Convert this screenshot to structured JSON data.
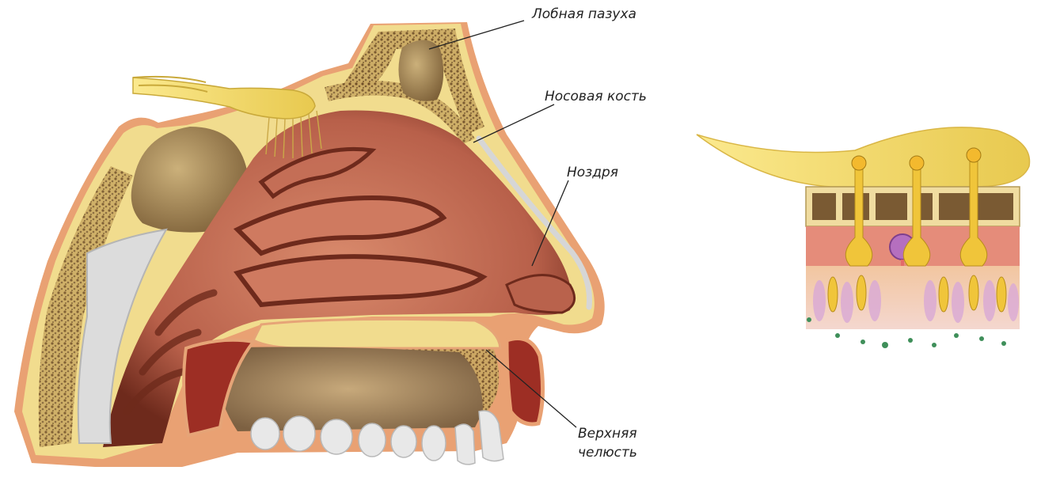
{
  "labels": {
    "frontal_sinus": "Лобная пазуха",
    "nasal_bone": "Носовая кость",
    "nostril": "Ноздря",
    "maxilla_line1": "Верхняя",
    "maxilla_line2": "челюсть"
  },
  "colors": {
    "bone": "#f1dc8e",
    "spongy_bone": "#8a6a3e",
    "mucosa": "#c9745a",
    "mucosa_dark": "#6e2a1c",
    "skin": "#e9a173",
    "nerve": "#f0d25e",
    "teeth": "#e8e8e8"
  }
}
